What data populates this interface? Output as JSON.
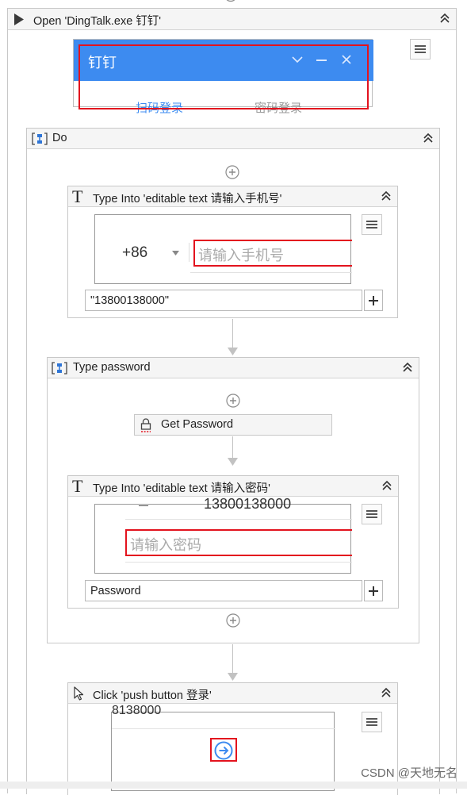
{
  "open_activity": {
    "title": "Open 'DingTalk.exe  钉钉'",
    "window_title": "钉钉",
    "window_tabs": [
      "扫码登录",
      "密码登录"
    ]
  },
  "do_sequence": {
    "title": "Do"
  },
  "type_phone": {
    "title": "Type Into 'editable text  请输入手机号'",
    "country_code": "+86",
    "placeholder": "请输入手机号",
    "value": "\"13800138000\""
  },
  "type_password_seq": {
    "title": "Type password",
    "get_password": {
      "title": "Get Password"
    },
    "type_pwd": {
      "title": "Type Into 'editable text  请输入密码'",
      "shot_top_fragment": "13800138000",
      "placeholder": "请输入密码",
      "value": "Password"
    }
  },
  "click_login": {
    "title": "Click 'push button  登录'",
    "shot_top_fragment": "8138000"
  },
  "watermark": "CSDN @天地无名",
  "colors": {
    "accent_blue": "#3d8bf0",
    "highlight_red": "#e3131e",
    "header_bg": "#f5f5f5",
    "border": "#c8c8c8"
  }
}
